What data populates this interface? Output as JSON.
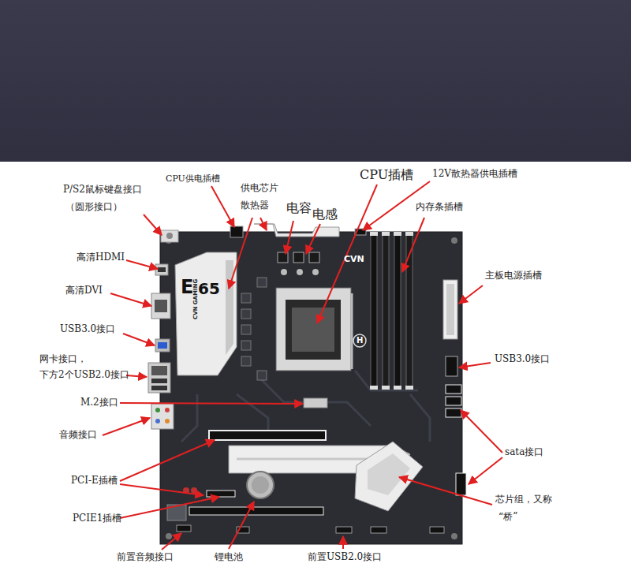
{
  "diagram": {
    "labels": [
      "P/S2鼠标键盘接口",
      "（圆形接口）",
      "CPU供电插槽",
      "供电芯片",
      "散热器",
      "电容",
      "电感",
      "CPU插槽",
      "12V散热器供电插槽",
      "内存条插槽",
      "高清HDMI",
      "主板电源插槽",
      "高清DVI",
      "USB3.0接口",
      "网卡接口，",
      "下方2个USB2.0接口",
      "USB3.0接口",
      "M.2接口",
      "音频接口",
      "sata接口",
      "PCI-E插槽",
      "芯片组，又称",
      "“桥”",
      "PCIE1插槽",
      "前置音频接口",
      "锂电池",
      "前置USB2.0接口",
      "E",
      "65",
      "CVN GAMING",
      "CVN",
      "H"
    ]
  }
}
